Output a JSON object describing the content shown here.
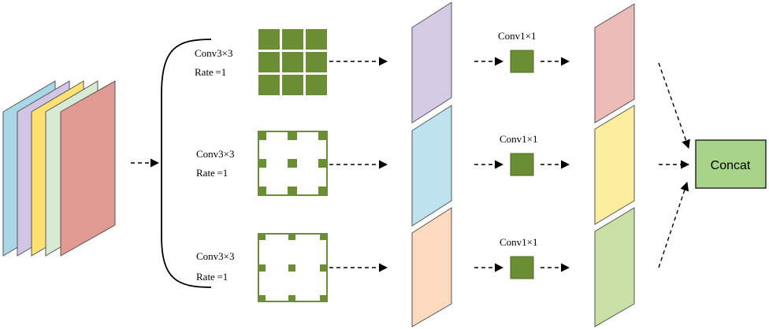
{
  "branches": [
    {
      "conv_label": "Conv3×3",
      "rate_label": "Rate =1",
      "pointwise_label": "Conv1×1"
    },
    {
      "conv_label": "Conv3×3",
      "rate_label": "Rate =1",
      "pointwise_label": "Conv1×1"
    },
    {
      "conv_label": "Conv3×3",
      "rate_label": "Rate =1",
      "pointwise_label": "Conv1×1"
    }
  ],
  "concat_label": "Concat",
  "colors": {
    "input_layers": [
      "#a8d8e8",
      "#d3c6e4",
      "#ffe173",
      "#d9ead2",
      "#e19a92"
    ],
    "middle_maps": [
      "#d5cbe4",
      "#bee3ee",
      "#fdd9bd"
    ],
    "output_maps": [
      "#ebbcb8",
      "#fdee9f",
      "#cadfa6"
    ],
    "kernel_fill": "#6b8e34",
    "kernel_border": "#6b8e34",
    "concat_fill": "#a8d48a",
    "concat_border": "#000000"
  }
}
